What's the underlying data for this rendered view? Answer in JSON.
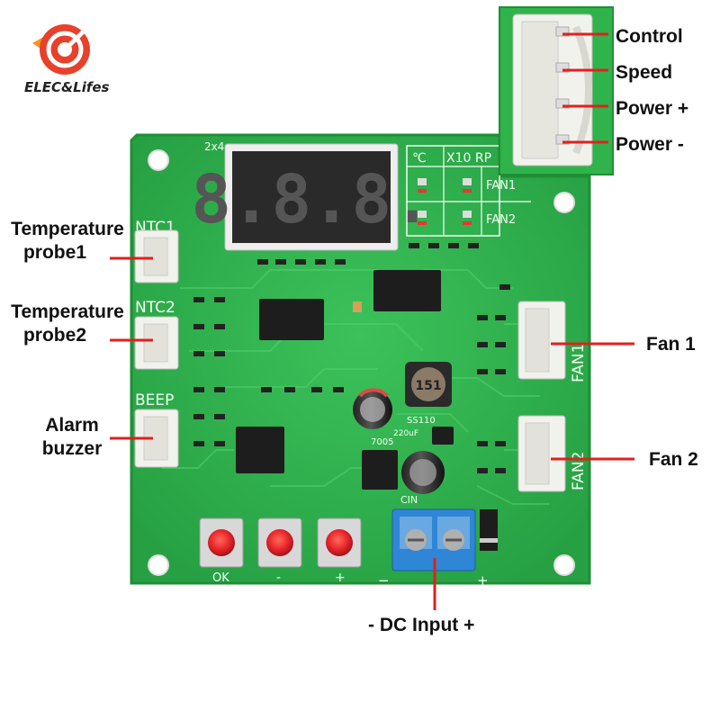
{
  "brand": {
    "name": "ELEC&Lifes",
    "logo_colors": [
      "#e8402a",
      "#f7941d",
      "#ffffff"
    ]
  },
  "annotations": {
    "control": "Control",
    "speed": "Speed",
    "power_plus": "Power +",
    "power_minus": "Power -",
    "temp_probe1_line1": "Temperature",
    "temp_probe1_line2": "probe1",
    "temp_probe2_line1": "Temperature",
    "temp_probe2_line2": "probe2",
    "alarm_line1": "Alarm",
    "alarm_line2": "buzzer",
    "fan1": "Fan 1",
    "fan2": "Fan 2",
    "dc_input": "- DC Input +"
  },
  "board_silkscreen": {
    "ntc1": "NTC1",
    "ntc2": "NTC2",
    "beep": "BEEP",
    "display_header": "2x4",
    "celsius": "℃",
    "x10rpm": "X10 RP",
    "fan1": "FAN1",
    "fan2": "FAN2",
    "fan1_vertical": "FAN1",
    "fan2_vertical": "FAN2",
    "btn_ok": "OK",
    "btn_minus": "-",
    "btn_plus": "+",
    "cin": "CIN",
    "dc_minus": "−",
    "dc_plus": "+",
    "inductor": "151",
    "diode": "SS110",
    "regulator": "7005",
    "capacitor": "220uF"
  },
  "display": {
    "digits": "8.8.8."
  },
  "colors": {
    "pcb": "#2fb34a",
    "pcb_dark": "#1f8f36",
    "silkscreen": "#f4fff4",
    "button_red": "#e8252a",
    "terminal_blue": "#2f86d6",
    "arrow_red": "#e0201f",
    "connector": "#f2f2ec"
  }
}
